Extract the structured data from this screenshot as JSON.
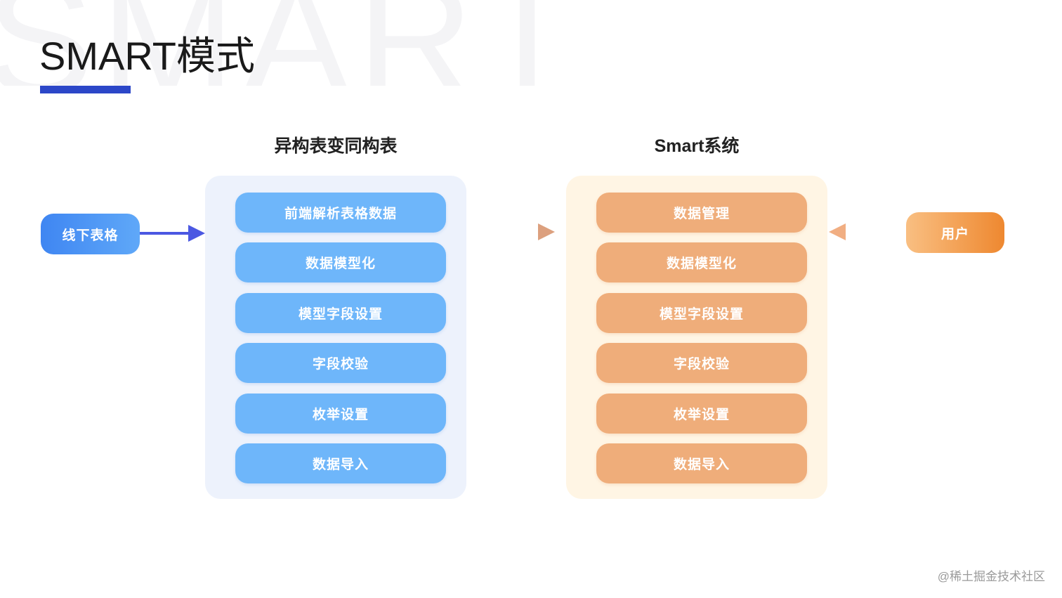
{
  "background_word": "SMART",
  "title": "SMART模式",
  "left_source": {
    "label": "线下表格"
  },
  "left_panel": {
    "heading": "异构表变同构表",
    "steps": [
      "前端解析表格数据",
      "数据模型化",
      "模型字段设置",
      "字段校验",
      "枚举设置",
      "数据导入"
    ]
  },
  "right_panel": {
    "heading": "Smart系统",
    "steps": [
      "数据管理",
      "数据模型化",
      "模型字段设置",
      "字段校验",
      "枚举设置",
      "数据导入"
    ]
  },
  "right_source": {
    "label": "用户"
  },
  "watermark": "@稀土掘金技术社区",
  "colors": {
    "accent_blue": "#2c47c8",
    "step_blue": "#6eb6fa",
    "step_orange": "#efad7a",
    "panel_blue": "#edf2fc",
    "panel_orange": "#fff5e4"
  }
}
